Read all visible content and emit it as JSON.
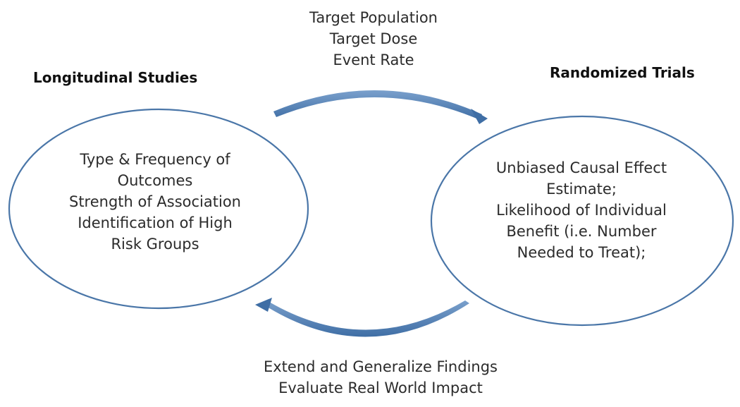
{
  "headings": {
    "left": "Longitudinal Studies",
    "right": "Randomized Trials"
  },
  "top_arrow_labels": [
    "Target Population",
    "Target Dose",
    "Event Rate"
  ],
  "bottom_arrow_labels": [
    "Extend and Generalize Findings",
    "Evaluate Real World Impact"
  ],
  "left_circle_lines": [
    "Type & Frequency of",
    "Outcomes",
    "Strength of Association",
    "Identification of High",
    "Risk Groups"
  ],
  "right_circle_lines": [
    "Unbiased Causal Effect",
    "Estimate;",
    "Likelihood of Individual",
    "Benefit (i.e.  Number",
    "Needed to Treat);"
  ],
  "colors": {
    "outline": "#4a76a8",
    "arrow": "#4673a8",
    "arrow_light": "#6f97c6"
  }
}
